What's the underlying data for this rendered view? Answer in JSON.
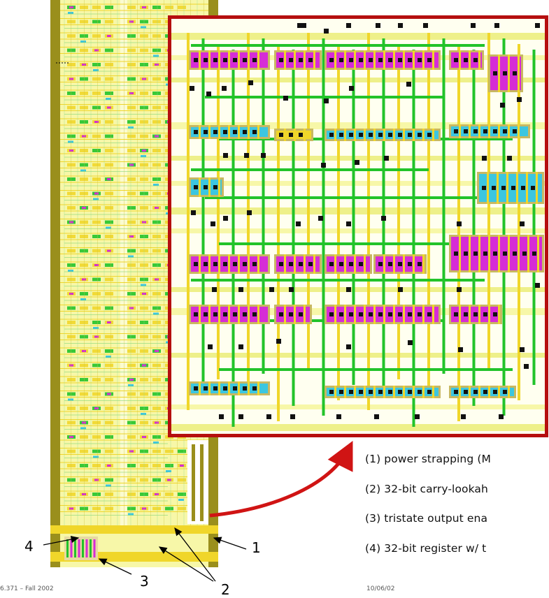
{
  "colors": {
    "metal_yellow": "#f0d62a",
    "pale_yellow": "#f7f7a8",
    "olive": "#9a8f1c",
    "green": "#22c32a",
    "magenta": "#d62cd6",
    "cyan": "#3cc6e0",
    "contact": "#111111",
    "highlight_border": "#b50f0f",
    "arrow": "#d01414"
  },
  "callout_numbers": [
    "1",
    "2",
    "3",
    "4"
  ],
  "legend": [
    "(1) power strapping (M",
    "(2) 32-bit carry-lookah",
    "(3) tristate output ena",
    "(4) 32-bit register w/ t"
  ],
  "footer": {
    "left": "6.371 – Fall 2002",
    "date": "10/06/02"
  }
}
